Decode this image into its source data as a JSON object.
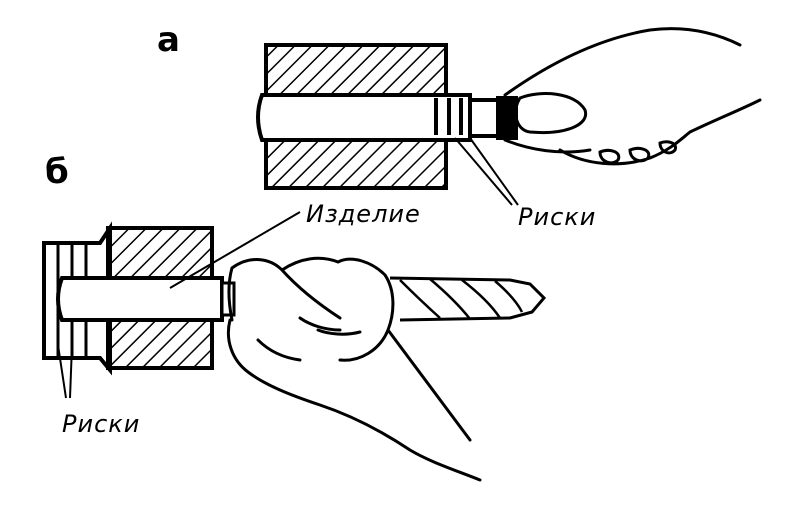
{
  "panels": [
    {
      "letter": "а"
    },
    {
      "letter": "б"
    }
  ],
  "labels": {
    "part": "Изделие",
    "marks_top": "Риски",
    "marks_bottom": "Риски"
  }
}
